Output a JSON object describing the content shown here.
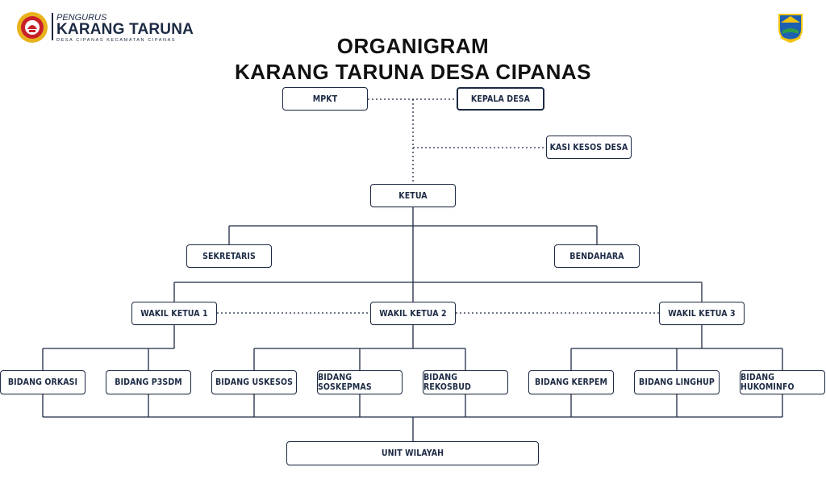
{
  "header": {
    "brand_small": "PENGURUS",
    "brand_big": "KARANG TARUNA",
    "brand_sub": "DESA CIPANAS KECAMATAN CIPANAS",
    "left_logo_icon": "karang-taruna-emblem-icon",
    "right_logo_icon": "regency-crest-icon"
  },
  "title": {
    "line1": "ORGANIGRAM",
    "line2": "KARANG TARUNA DESA CIPANAS"
  },
  "nodes": {
    "mpkt": "MPKT",
    "kepala_desa": "KEPALA DESA",
    "kasi_kesos": "KASI KESOS DESA",
    "ketua": "KETUA",
    "sekretaris": "SEKRETARIS",
    "bendahara": "BENDAHARA",
    "wakil1": "WAKIL KETUA 1",
    "wakil2": "WAKIL KETUA 2",
    "wakil3": "WAKIL KETUA 3",
    "orkasi": "BIDANG ORKASI",
    "p3sdm": "BIDANG P3SDM",
    "uskesos": "BIDANG USKESOS",
    "soskepmas": "BIDANG SOSKEPMAS",
    "rekosbud": "BIDANG REKOSBUD",
    "kerpem": "BIDANG KERPEM",
    "linghup": "BIDANG LINGHUP",
    "hukominfo": "BIDANG HUKOMINFO",
    "unit_wilayah": "UNIT WILAYAH"
  },
  "colors": {
    "line": "#1c2a44",
    "brand_red": "#c8202a",
    "brand_gold": "#e8b21c",
    "crest_blue": "#1d5fb0",
    "crest_gold": "#f1c40f"
  }
}
